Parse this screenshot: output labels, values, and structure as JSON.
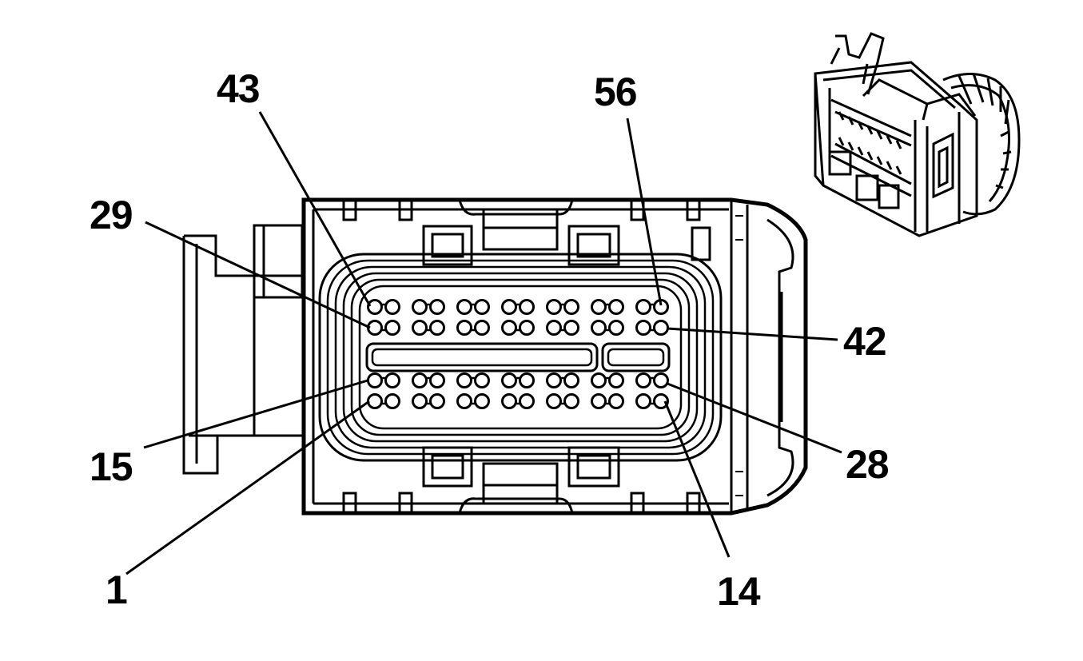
{
  "colors": {
    "ink": "#000000",
    "background": "#ffffff"
  },
  "connector": {
    "pin_rows": 4,
    "pins_per_row": 14,
    "labels": [
      {
        "id": "pin-43",
        "text": "43"
      },
      {
        "id": "pin-56",
        "text": "56"
      },
      {
        "id": "pin-29",
        "text": "29"
      },
      {
        "id": "pin-42",
        "text": "42"
      },
      {
        "id": "pin-15",
        "text": "15"
      },
      {
        "id": "pin-28",
        "text": "28"
      },
      {
        "id": "pin-1",
        "text": "1"
      },
      {
        "id": "pin-14",
        "text": "14"
      }
    ]
  }
}
